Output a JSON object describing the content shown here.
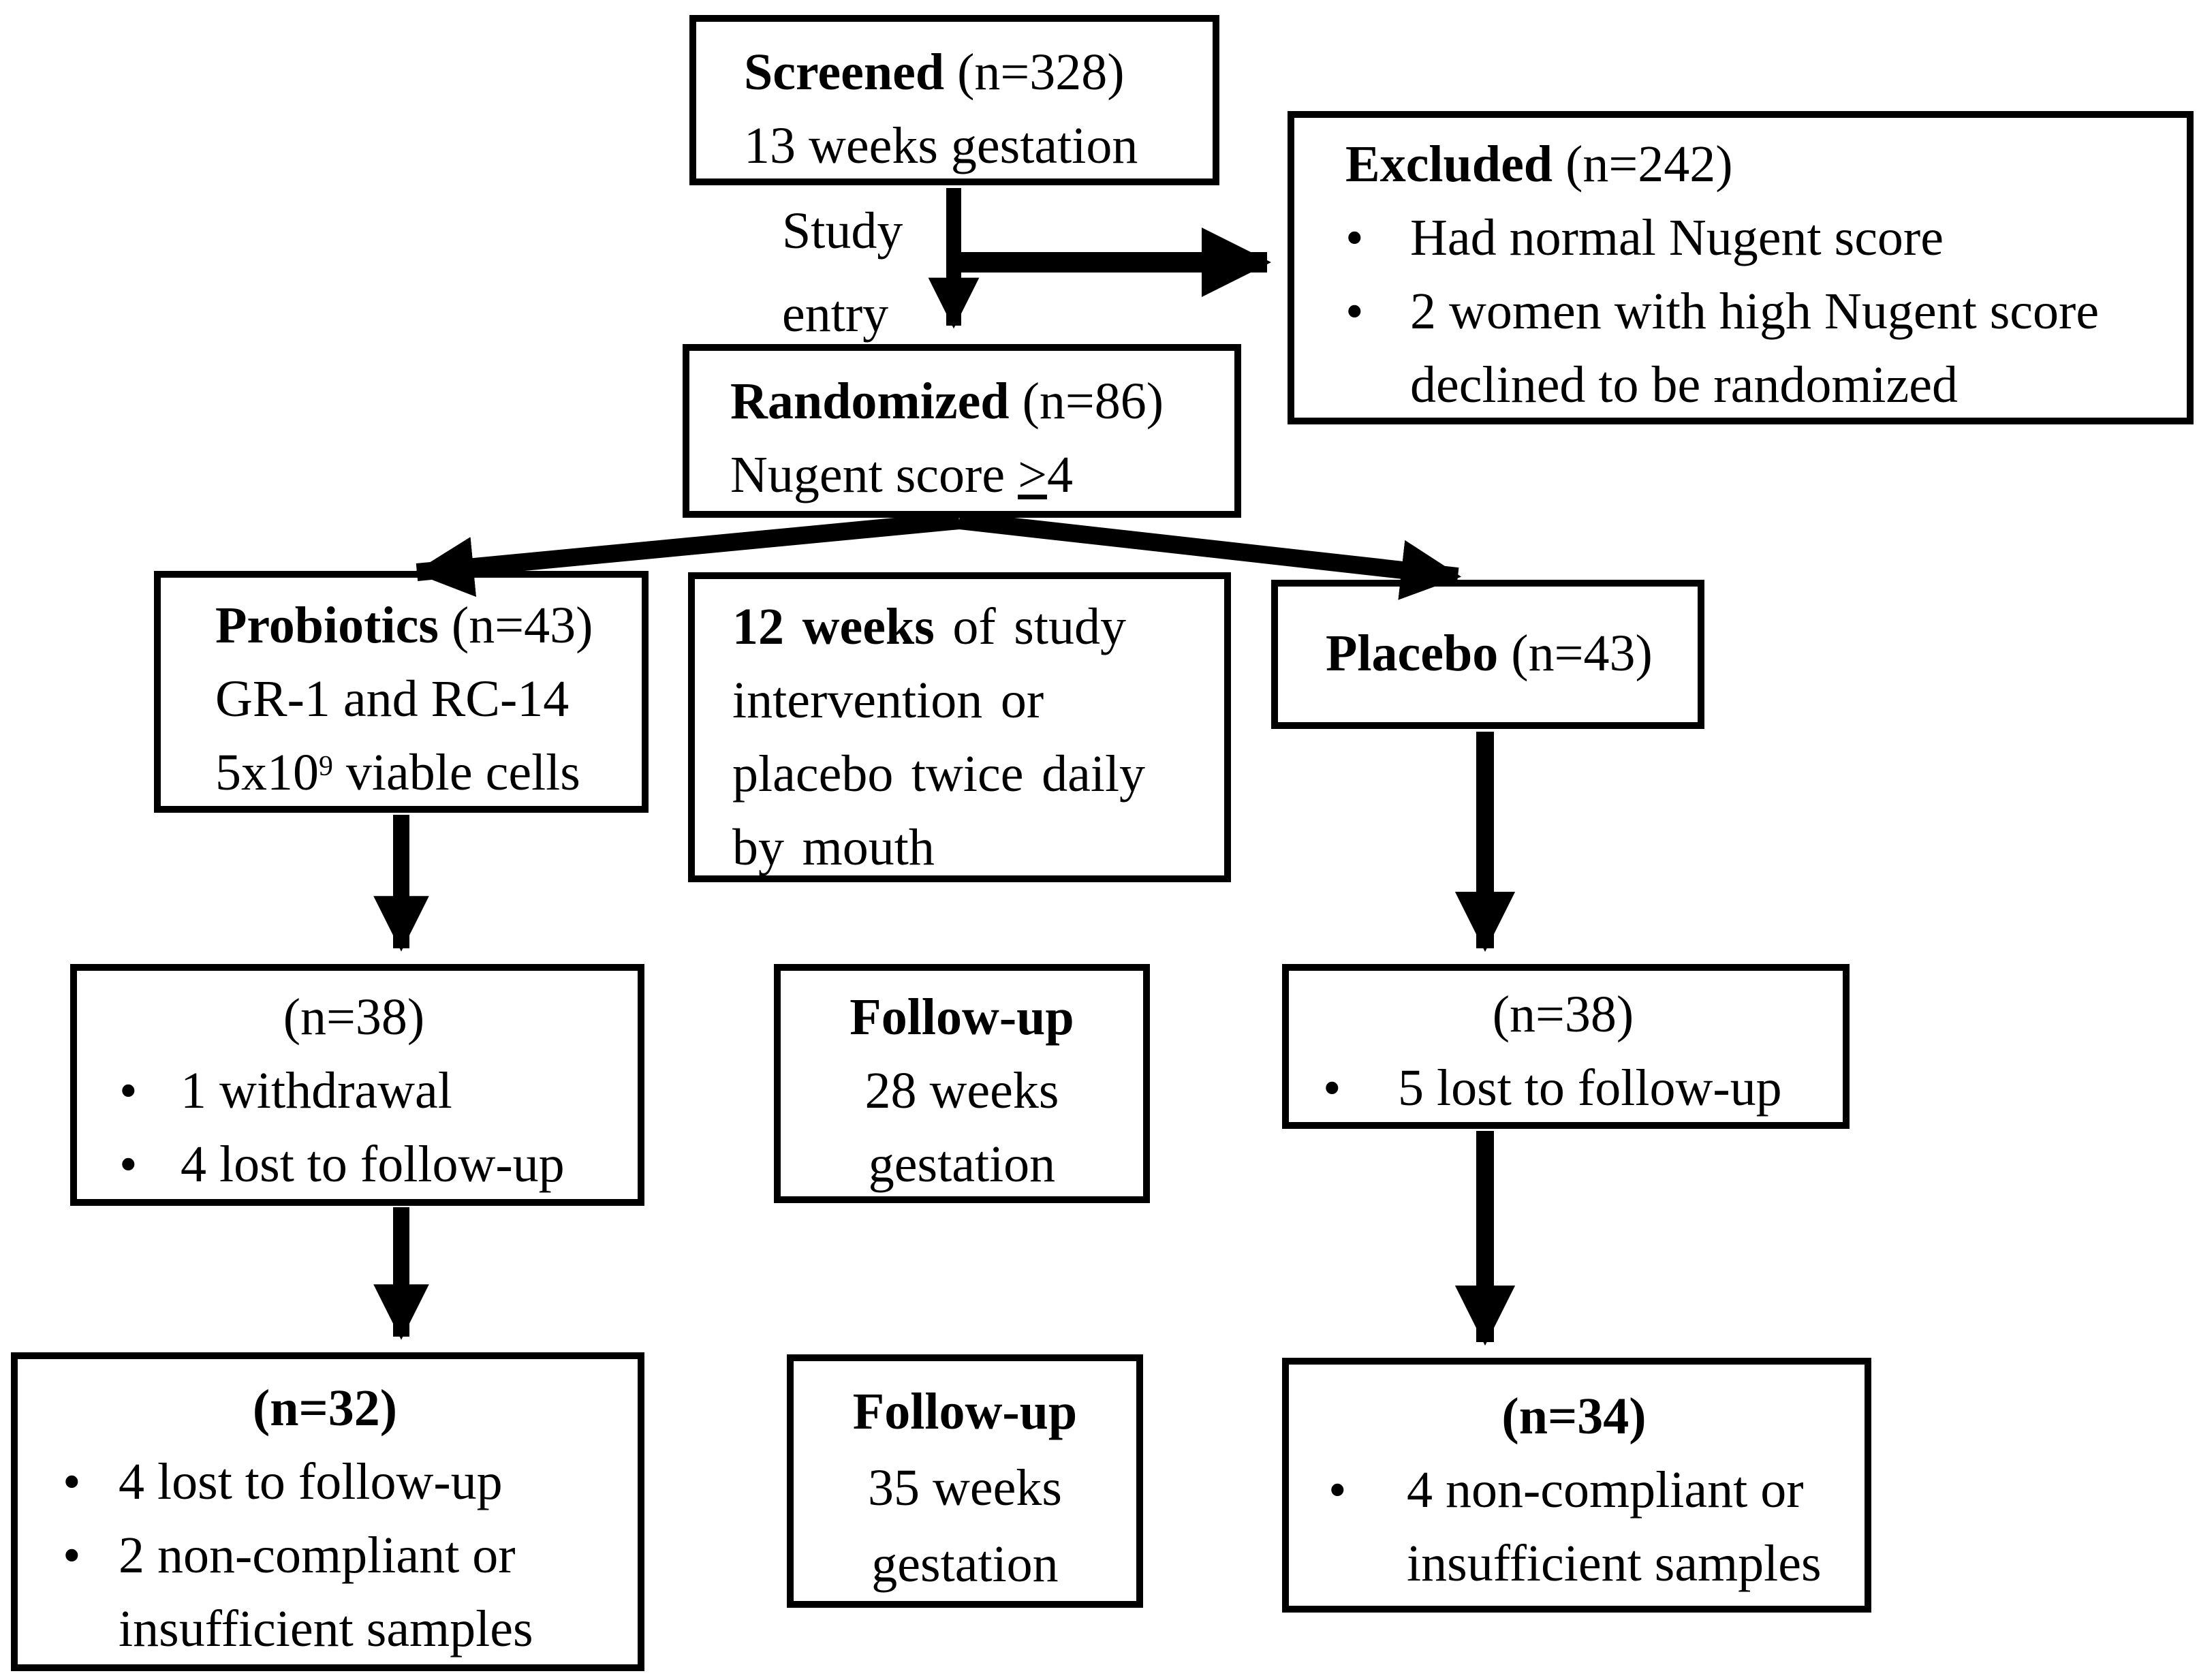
{
  "bullet_char": "•",
  "labels": {
    "study_entry": [
      "Study",
      "entry"
    ]
  },
  "boxes": {
    "screened": {
      "bold": "Screened",
      "rest": " (n=328)",
      "line2": "13 weeks gestation"
    },
    "excluded": {
      "bold": "Excluded",
      "rest": " (n=242)",
      "bullets": [
        "Had normal Nugent score",
        "2 women with high Nugent score declined to be randomized"
      ]
    },
    "randomized": {
      "bold": "Randomized",
      "rest": " (n=86)",
      "line2_pre": "Nugent score ",
      "line2_gte": ">",
      "line2_num": "4"
    },
    "probiotics": {
      "bold": "Probiotics",
      "rest": " (n=43)",
      "line2": "GR-1 and RC-14",
      "line3_base": "5x10",
      "line3_sup": "9",
      "line3_rest": " viable cells"
    },
    "intervention": {
      "bold": "12 weeks",
      "line1_rest": " of study",
      "line2": "intervention or",
      "line3": "placebo twice daily",
      "line4": "by mouth"
    },
    "placebo": {
      "bold": "Placebo",
      "rest": " (n=43)"
    },
    "n38_left": {
      "title": "(n=38)",
      "bullets": [
        "1 withdrawal",
        "4 lost to follow-up"
      ]
    },
    "fu28": {
      "bold": "Follow-up",
      "line2": "28 weeks",
      "line3": "gestation"
    },
    "n38_right": {
      "title": "(n=38)",
      "bullets": [
        "5 lost to follow-up"
      ]
    },
    "n32": {
      "title": "(n=32)",
      "bullets": [
        "4 lost to follow-up",
        "2 non-compliant or insufficient samples"
      ]
    },
    "fu35": {
      "bold": "Follow-up",
      "line2": "35 weeks",
      "line3": "gestation"
    },
    "n34": {
      "title": "(n=34)",
      "bullets": [
        "4 non-compliant or insufficient samples"
      ]
    }
  },
  "colors": {
    "border": "#000000",
    "background": "#ffffff",
    "text": "#000000"
  }
}
